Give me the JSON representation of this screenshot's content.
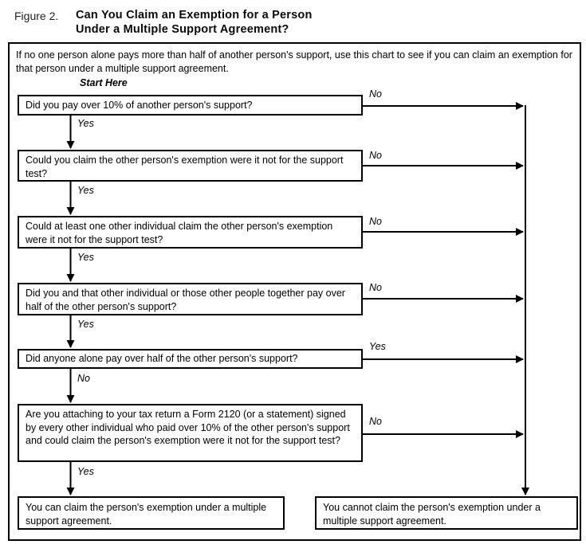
{
  "figure": {
    "label": "Figure 2.",
    "title_line1": "Can You Claim an Exemption for a Person",
    "title_line2": "Under a Multiple Support Agreement?"
  },
  "intro": "If no one person alone pays more than half of another person's support, use this chart to see if you can claim an exemption for that person under a multiple support agreement.",
  "start_here": "Start Here",
  "questions": [
    {
      "text": "Did you pay over 10% of another person's support?",
      "down_label": "Yes",
      "side_label": "No"
    },
    {
      "text": "Could you claim the other person's exemption were it not for the support test?",
      "down_label": "Yes",
      "side_label": "No"
    },
    {
      "text": "Could at least one other individual claim the other person's exemption were it not for the support test?",
      "down_label": "Yes",
      "side_label": "No"
    },
    {
      "text": "Did you and that other individual or those other people together pay over half of the other person's support?",
      "down_label": "Yes",
      "side_label": "No"
    },
    {
      "text": "Did anyone alone pay over half of the other person's support?",
      "down_label": "No",
      "side_label": "Yes"
    },
    {
      "text": "Are you attaching to your tax return a Form 2120 (or a statement) signed by every other individual who paid over 10% of the other person's support and could claim the person's exemption were it not for the support test?",
      "down_label": "Yes",
      "side_label": "No"
    }
  ],
  "results": {
    "can_claim": "You can claim the person's exemption under a multiple support agreement.",
    "cannot_claim": "You cannot claim the person's exemption under a multiple support agreement."
  },
  "colors": {
    "line": "#000000",
    "background": "#ffffff"
  }
}
